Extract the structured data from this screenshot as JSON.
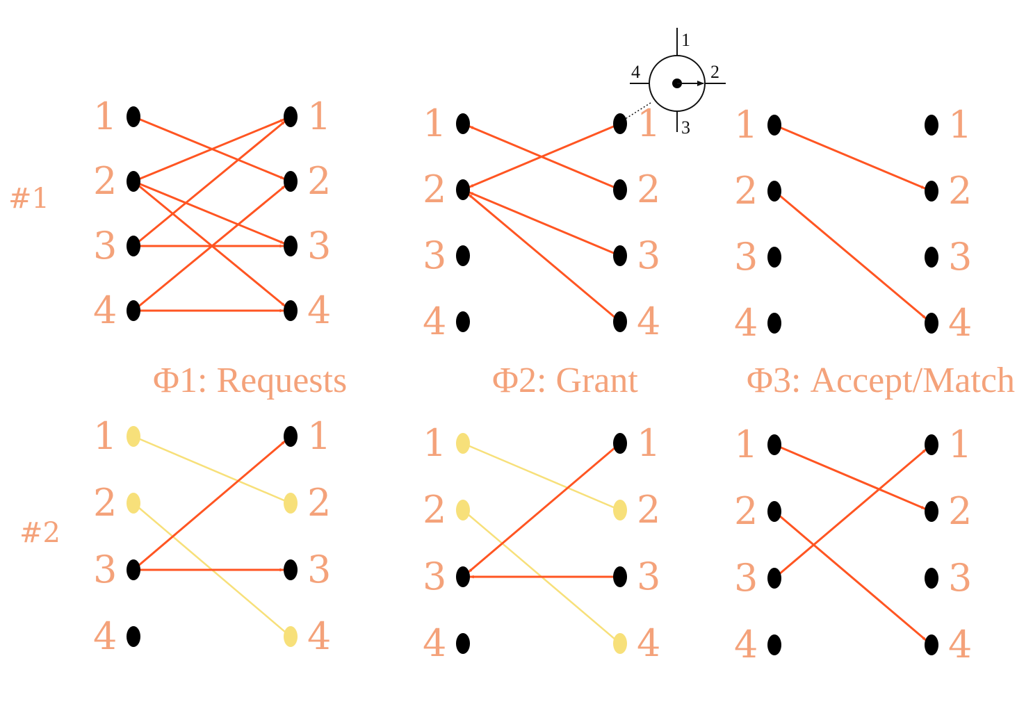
{
  "colors": {
    "label": "#f4a27a",
    "active_edge": "#ff5522",
    "inactive_edge": "#f7e07a",
    "active_node": "#000000",
    "inactive_node": "#f7e07a"
  },
  "row_labels": [
    "#1",
    "#2"
  ],
  "phase_labels": [
    "Φ1: Requests",
    "Φ2: Grant",
    "Φ3: Accept/Match"
  ],
  "pointer_ports": [
    "1",
    "2",
    "3",
    "4"
  ],
  "panels": [
    {
      "row": 1,
      "phase": 1,
      "left_nodes": [
        {
          "label": "1",
          "state": "active"
        },
        {
          "label": "2",
          "state": "active"
        },
        {
          "label": "3",
          "state": "active"
        },
        {
          "label": "4",
          "state": "active"
        }
      ],
      "right_nodes": [
        {
          "label": "1",
          "state": "active"
        },
        {
          "label": "2",
          "state": "active"
        },
        {
          "label": "3",
          "state": "active"
        },
        {
          "label": "4",
          "state": "active"
        }
      ],
      "edges": [
        {
          "from": "L1",
          "to": "R2",
          "style": "active"
        },
        {
          "from": "L2",
          "to": "R1",
          "style": "active"
        },
        {
          "from": "L2",
          "to": "R3",
          "style": "active"
        },
        {
          "from": "L2",
          "to": "R4",
          "style": "active"
        },
        {
          "from": "L3",
          "to": "R1",
          "style": "active"
        },
        {
          "from": "L3",
          "to": "R3",
          "style": "active"
        },
        {
          "from": "L4",
          "to": "R2",
          "style": "active"
        },
        {
          "from": "L4",
          "to": "R4",
          "style": "active"
        }
      ]
    },
    {
      "row": 1,
      "phase": 2,
      "left_nodes": [
        {
          "label": "1",
          "state": "active"
        },
        {
          "label": "2",
          "state": "active"
        },
        {
          "label": "3",
          "state": "active"
        },
        {
          "label": "4",
          "state": "active"
        }
      ],
      "right_nodes": [
        {
          "label": "1",
          "state": "active"
        },
        {
          "label": "2",
          "state": "active"
        },
        {
          "label": "3",
          "state": "active"
        },
        {
          "label": "4",
          "state": "active"
        }
      ],
      "edges": [
        {
          "from": "R1",
          "to": "L2",
          "style": "active"
        },
        {
          "from": "R2",
          "to": "L1",
          "style": "active"
        },
        {
          "from": "R3",
          "to": "L2",
          "style": "active"
        },
        {
          "from": "R4",
          "to": "L2",
          "style": "active"
        }
      ]
    },
    {
      "row": 1,
      "phase": 3,
      "left_nodes": [
        {
          "label": "1",
          "state": "active"
        },
        {
          "label": "2",
          "state": "active"
        },
        {
          "label": "3",
          "state": "active"
        },
        {
          "label": "4",
          "state": "active"
        }
      ],
      "right_nodes": [
        {
          "label": "1",
          "state": "active"
        },
        {
          "label": "2",
          "state": "active"
        },
        {
          "label": "3",
          "state": "active"
        },
        {
          "label": "4",
          "state": "active"
        }
      ],
      "edges": [
        {
          "from": "L1",
          "to": "R2",
          "style": "active"
        },
        {
          "from": "L2",
          "to": "R4",
          "style": "active"
        }
      ]
    },
    {
      "row": 2,
      "phase": 1,
      "left_nodes": [
        {
          "label": "1",
          "state": "inactive"
        },
        {
          "label": "2",
          "state": "inactive"
        },
        {
          "label": "3",
          "state": "active"
        },
        {
          "label": "4",
          "state": "active"
        }
      ],
      "right_nodes": [
        {
          "label": "1",
          "state": "active"
        },
        {
          "label": "2",
          "state": "inactive"
        },
        {
          "label": "3",
          "state": "active"
        },
        {
          "label": "4",
          "state": "inactive"
        }
      ],
      "edges": [
        {
          "from": "L1",
          "to": "R2",
          "style": "inactive"
        },
        {
          "from": "L2",
          "to": "R4",
          "style": "inactive"
        },
        {
          "from": "L3",
          "to": "R1",
          "style": "active"
        },
        {
          "from": "L3",
          "to": "R3",
          "style": "active"
        }
      ]
    },
    {
      "row": 2,
      "phase": 2,
      "left_nodes": [
        {
          "label": "1",
          "state": "inactive"
        },
        {
          "label": "2",
          "state": "inactive"
        },
        {
          "label": "3",
          "state": "active"
        },
        {
          "label": "4",
          "state": "active"
        }
      ],
      "right_nodes": [
        {
          "label": "1",
          "state": "active"
        },
        {
          "label": "2",
          "state": "inactive"
        },
        {
          "label": "3",
          "state": "active"
        },
        {
          "label": "4",
          "state": "inactive"
        }
      ],
      "edges": [
        {
          "from": "L1",
          "to": "R2",
          "style": "inactive"
        },
        {
          "from": "L2",
          "to": "R4",
          "style": "inactive"
        },
        {
          "from": "R1",
          "to": "L3",
          "style": "active"
        },
        {
          "from": "R3",
          "to": "L3",
          "style": "active"
        }
      ]
    },
    {
      "row": 2,
      "phase": 3,
      "left_nodes": [
        {
          "label": "1",
          "state": "active"
        },
        {
          "label": "2",
          "state": "active"
        },
        {
          "label": "3",
          "state": "active"
        },
        {
          "label": "4",
          "state": "active"
        }
      ],
      "right_nodes": [
        {
          "label": "1",
          "state": "active"
        },
        {
          "label": "2",
          "state": "active"
        },
        {
          "label": "3",
          "state": "active"
        },
        {
          "label": "4",
          "state": "active"
        }
      ],
      "edges": [
        {
          "from": "L1",
          "to": "R2",
          "style": "active"
        },
        {
          "from": "L2",
          "to": "R4",
          "style": "active"
        },
        {
          "from": "L3",
          "to": "R1",
          "style": "active"
        }
      ]
    }
  ]
}
